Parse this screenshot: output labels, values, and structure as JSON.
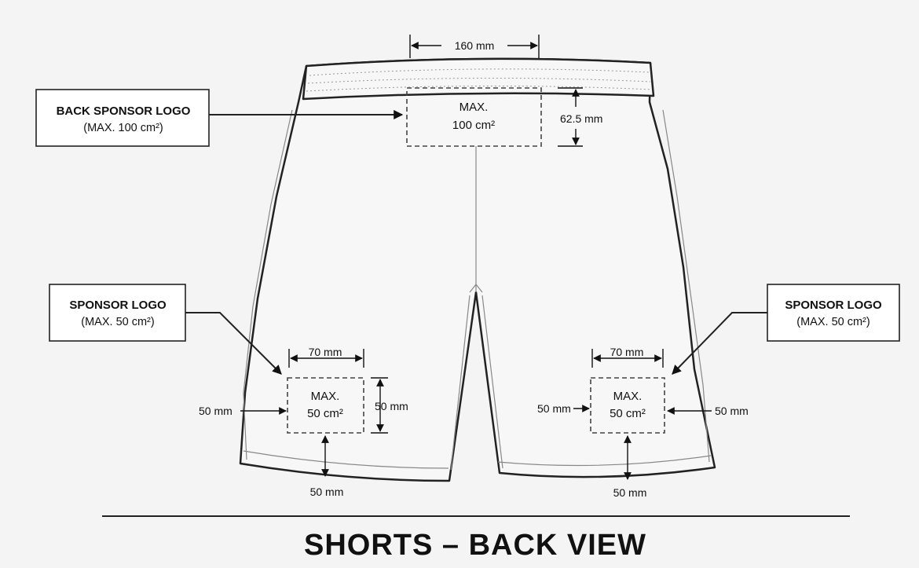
{
  "title": "SHORTS – BACK VIEW",
  "colors": {
    "background": "#f4f4f4",
    "line": "#222222",
    "garment_fill": "#f7f7f7"
  },
  "back_sponsor": {
    "callout_title": "BACK SPONSOR LOGO",
    "callout_sub": "(MAX. 100 cm²)",
    "zone_line1": "MAX.",
    "zone_line2": "100 cm²",
    "width_label": "160 mm",
    "height_label": "62.5 mm"
  },
  "left_sponsor": {
    "callout_title": "SPONSOR LOGO",
    "callout_sub": "(MAX. 50 cm²)",
    "zone_line1": "MAX.",
    "zone_line2": "50 cm²",
    "width_label": "70 mm",
    "height_label": "50 mm",
    "side_label": "50 mm",
    "bottom_label": "50 mm"
  },
  "right_sponsor": {
    "callout_title": "SPONSOR LOGO",
    "callout_sub": "(MAX. 50 cm²)",
    "zone_line1": "MAX.",
    "zone_line2": "50 cm²",
    "width_label": "70 mm",
    "inner_side_label": "50 mm",
    "outer_side_label": "50 mm",
    "bottom_label": "50 mm"
  }
}
